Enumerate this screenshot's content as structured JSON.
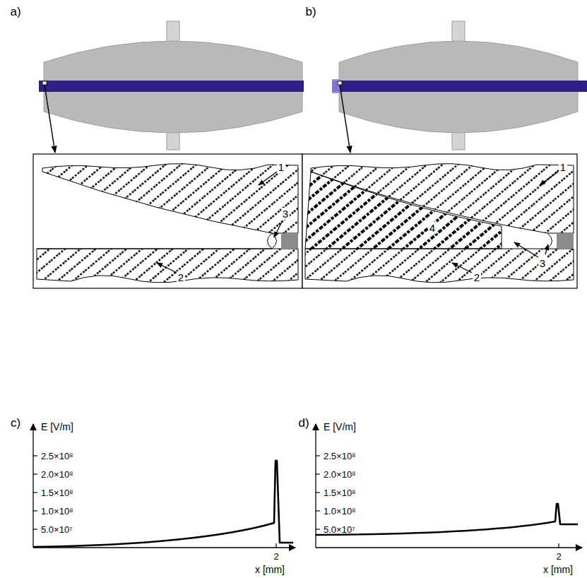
{
  "diagram": {
    "labels": [
      "a)",
      "b)",
      "1",
      "2",
      "3",
      "1",
      "2",
      "4",
      "3",
      "c)",
      "d)",
      "E [V/m]",
      "2.5×10⁸",
      "2.0×10⁸",
      "1.5×10⁸",
      "1.0×10⁸",
      "5.0×10⁷",
      "2",
      "x [mm]",
      "E [V/m]",
      "2.5×10⁸",
      "2.0×10⁸",
      "1.5×10⁸",
      "1.0×10⁸",
      "5.0×10⁷",
      "2",
      "x [mm]"
    ]
  }
}
